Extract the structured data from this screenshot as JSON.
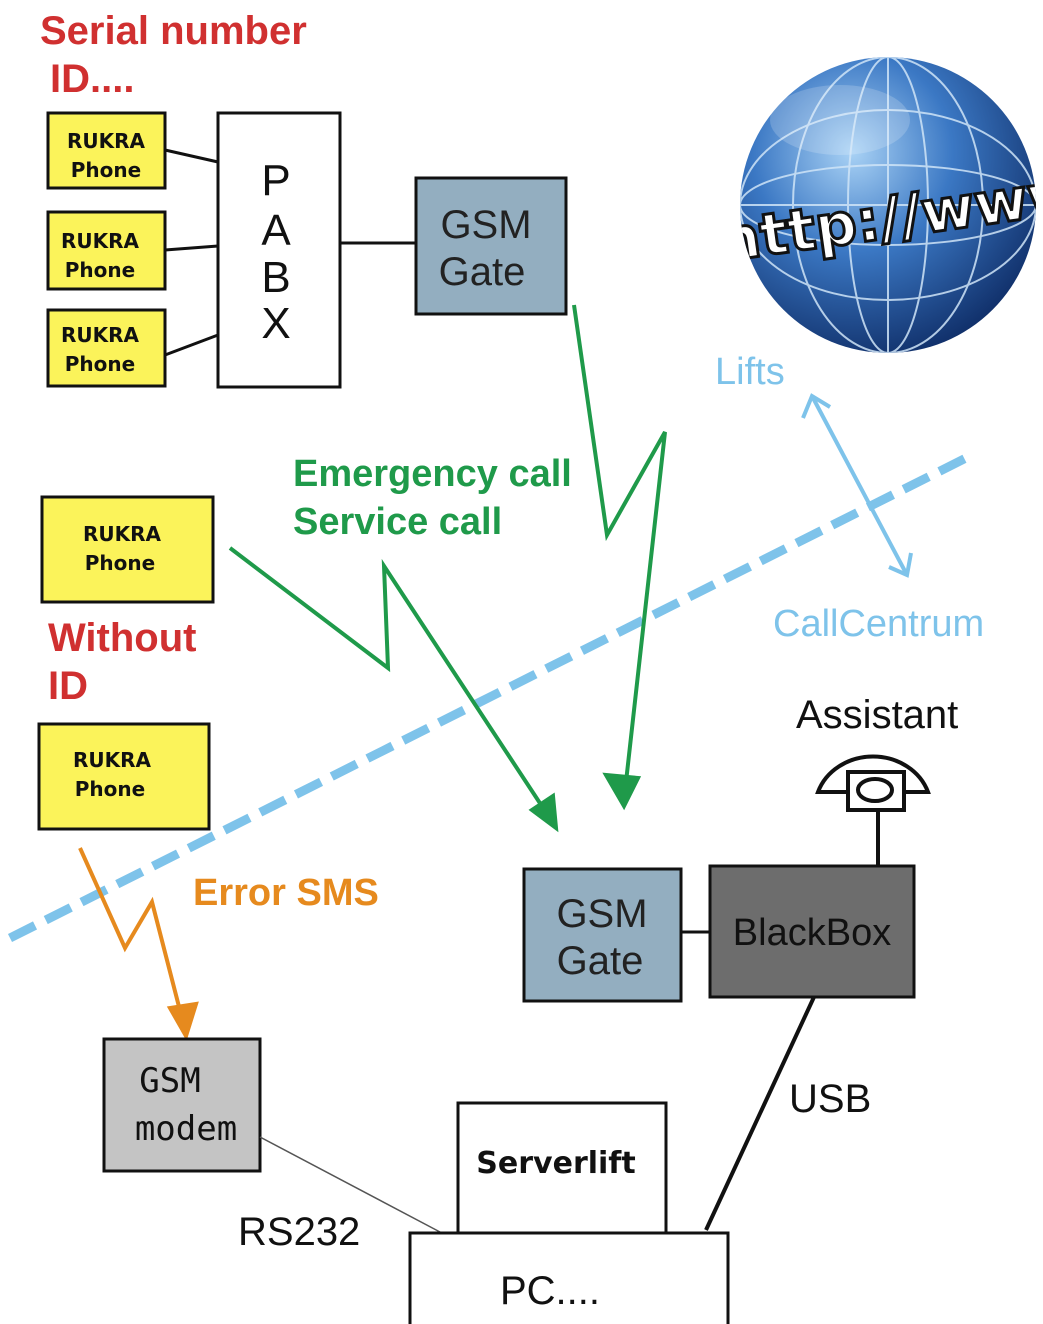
{
  "labels": {
    "serial_line1": "Serial number",
    "serial_line2": "ID....",
    "without_line1": "Without",
    "without_line2": "ID",
    "emergency_call": "Emergency call",
    "service_call": "Service call",
    "lifts": "Lifts",
    "callcentrum": "CallCentrum",
    "assistant": "Assistant",
    "error_sms": "Error SMS",
    "usb": "USB",
    "rs232": "RS232"
  },
  "phones": [
    {
      "line1": "RUKRA",
      "line2": "Phone"
    },
    {
      "line1": "RUKRA",
      "line2": "Phone"
    },
    {
      "line1": "RUKRA",
      "line2": "Phone"
    },
    {
      "line1": "RUKRA",
      "line2": "Phone"
    },
    {
      "line1": "RUKRA",
      "line2": "Phone"
    }
  ],
  "pabx": {
    "letters": [
      "P",
      "A",
      "B",
      "X"
    ]
  },
  "gsm_gate_top": {
    "line1": "GSM",
    "line2": "Gate"
  },
  "gsm_gate_bottom": {
    "line1": "GSM",
    "line2": "Gate"
  },
  "blackbox": {
    "label": "BlackBox"
  },
  "gsm_modem": {
    "line1": "GSM",
    "line2": "modem"
  },
  "serverlift": {
    "label": "Serverlift"
  },
  "pc": {
    "label": "PC...."
  },
  "globe": {
    "text": "http://www"
  },
  "colors": {
    "red": "#d03030",
    "green": "#1f9a4a",
    "light_blue": "#7ec3ea",
    "orange": "#e68a1e",
    "phone_yellow": "#fbf35a",
    "gate_blue": "#93aec0",
    "blackbox_gray": "#6d6d6d",
    "modem_gray": "#c4c4c4"
  }
}
